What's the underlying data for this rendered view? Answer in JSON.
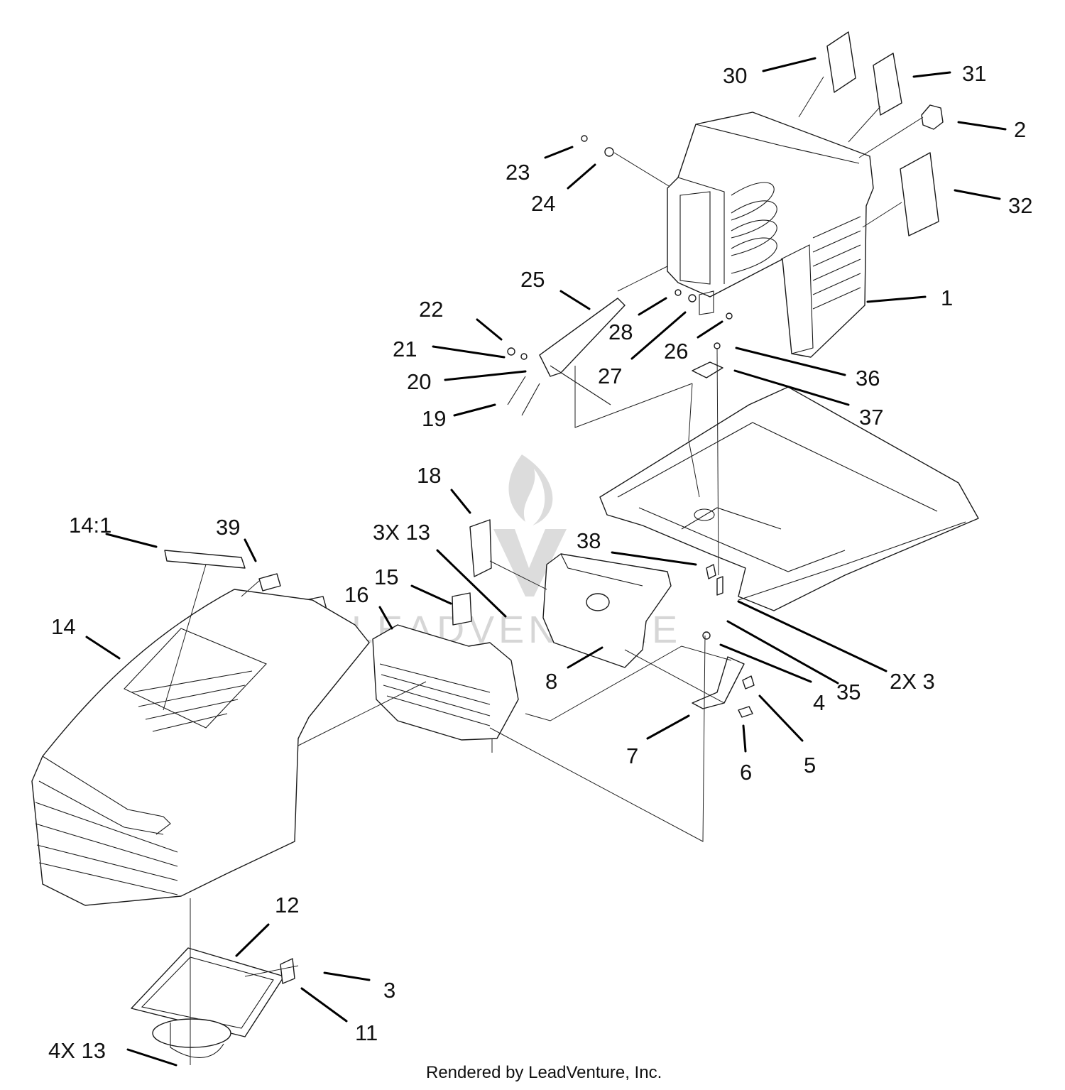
{
  "diagram": {
    "callouts": [
      "1",
      "2",
      "2X 3",
      "3",
      "4",
      "4X 13",
      "5",
      "6",
      "7",
      "8",
      "11",
      "12",
      "3X 13",
      "14",
      "14:1",
      "15",
      "16",
      "18",
      "19",
      "20",
      "21",
      "22",
      "23",
      "24",
      "25",
      "26",
      "27",
      "28",
      "30",
      "31",
      "32",
      "35",
      "36",
      "37",
      "38",
      "39"
    ],
    "footer": "Rendered by LeadVenture, Inc.",
    "watermark": "LEADVENTURE"
  }
}
